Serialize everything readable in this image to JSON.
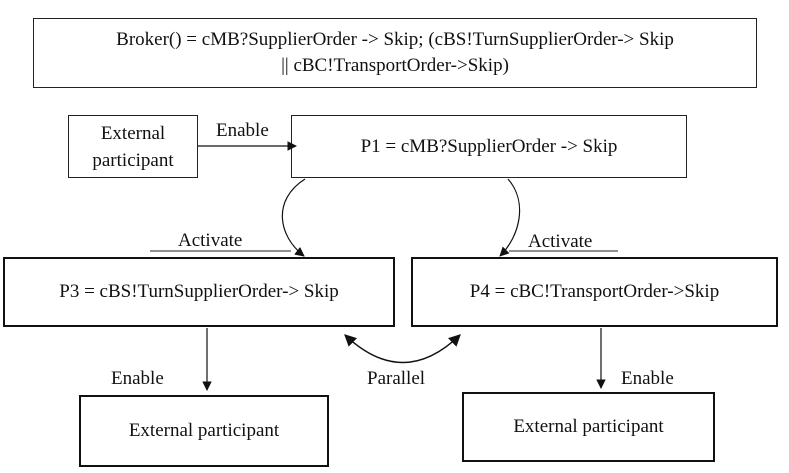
{
  "header": {
    "line1": "Broker()  = cMB?SupplierOrder -> Skip; (cBS!TurnSupplierOrder-> Skip",
    "line2": "|| cBC!TransportOrder->Skip)"
  },
  "nodes": {
    "external_top": {
      "line1": "External",
      "line2": "participant"
    },
    "p1": "P1  = cMB?SupplierOrder -> Skip",
    "p3": "P3  = cBS!TurnSupplierOrder-> Skip",
    "p4": "P4  = cBC!TransportOrder->Skip",
    "external_bottom_left": "External participant",
    "external_bottom_right": "External participant"
  },
  "edge_labels": {
    "enable_top": "Enable",
    "activate_left": "Activate",
    "activate_right": "Activate",
    "parallel": "Parallel",
    "enable_left": "Enable",
    "enable_right": "Enable"
  }
}
